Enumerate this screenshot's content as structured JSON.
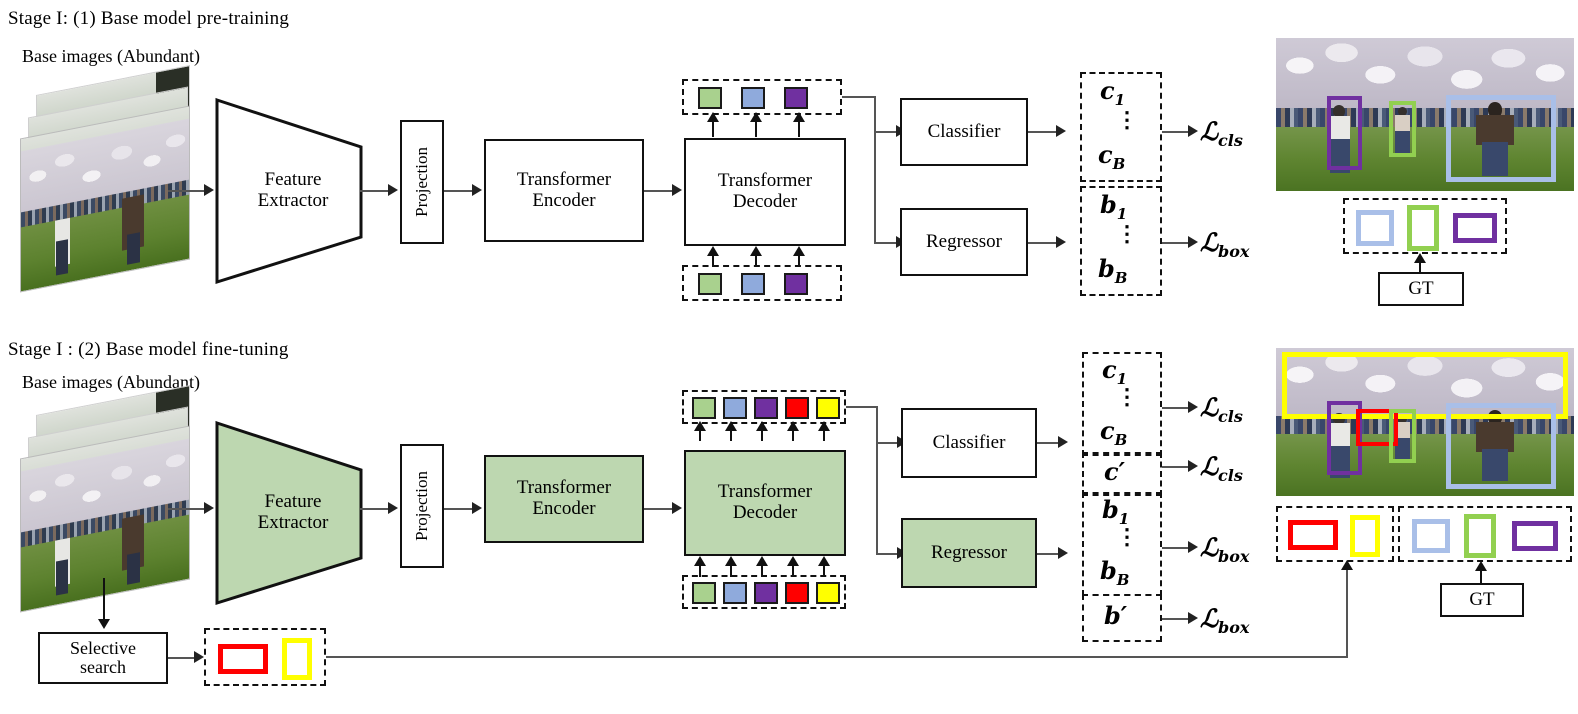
{
  "stages": [
    {
      "id": "stage1",
      "title": "Stage I: (1) Base model pre-training",
      "subtitle": "Base images (Abundant)",
      "blocks": {
        "feature_extractor": "Feature\nExtractor",
        "feature_extractor_line1": "Feature",
        "feature_extractor_line2": "Extractor",
        "projection": "Projection",
        "encoder_line1": "Transformer",
        "encoder_line2": "Encoder",
        "decoder_line1": "Transformer",
        "decoder_line2": "Decoder",
        "classifier": "Classifier",
        "regressor": "Regressor",
        "gt": "GT"
      },
      "tokens_top": [
        "green",
        "blue",
        "purple"
      ],
      "tokens_bottom": [
        "green",
        "blue",
        "purple"
      ],
      "outputs": [
        {
          "first": "c",
          "first_sub": "1",
          "last": "c",
          "last_sub": "B",
          "loss": "cls"
        },
        {
          "first": "b",
          "first_sub": "1",
          "last": "b",
          "last_sub": "B",
          "loss": "box"
        }
      ],
      "loss_labels": [
        "cls",
        "box"
      ],
      "gt_boxes": [
        "blue",
        "green",
        "purple"
      ],
      "image_boxes": [
        "purple",
        "green",
        "blue"
      ]
    },
    {
      "id": "stage2",
      "title": "Stage I : (2) Base model fine-tuning",
      "subtitle": "Base images (Abundant)",
      "blocks": {
        "feature_extractor_line1": "Feature",
        "feature_extractor_line2": "Extractor",
        "projection": "Projection",
        "encoder_line1": "Transformer",
        "encoder_line2": "Encoder",
        "decoder_line1": "Transformer",
        "decoder_line2": "Decoder",
        "classifier": "Classifier",
        "regressor": "Regressor",
        "selective_search_line1": "Selective",
        "selective_search_line2": "search",
        "gt": "GT"
      },
      "tokens_top": [
        "green",
        "blue",
        "purple",
        "red",
        "yellow"
      ],
      "tokens_bottom": [
        "green",
        "blue",
        "purple",
        "red",
        "yellow"
      ],
      "outputs": [
        {
          "first": "c",
          "first_sub": "1",
          "last": "c",
          "last_sub": "B",
          "loss": "cls"
        },
        {
          "prime": "c′",
          "loss": "cls"
        },
        {
          "first": "b",
          "first_sub": "1",
          "last": "b",
          "last_sub": "B",
          "loss": "box"
        },
        {
          "prime": "b′",
          "loss": "box"
        }
      ],
      "proposal_boxes": [
        "red",
        "yellow"
      ],
      "gt_boxes": [
        "blue",
        "green",
        "purple"
      ],
      "image_boxes": [
        "yellow",
        "purple",
        "red",
        "green",
        "blue"
      ]
    }
  ],
  "colors": {
    "green_fill": "#a9d18e",
    "blue_fill": "#8faadc",
    "purple_fill": "#7030a0",
    "red_fill": "#ff0000",
    "yellow_fill": "#ffff00",
    "green_outline": "#92d050",
    "blue_outline": "#a9bfe8",
    "purple_outline": "#7030a0",
    "block_green": "#bdd7b0"
  }
}
